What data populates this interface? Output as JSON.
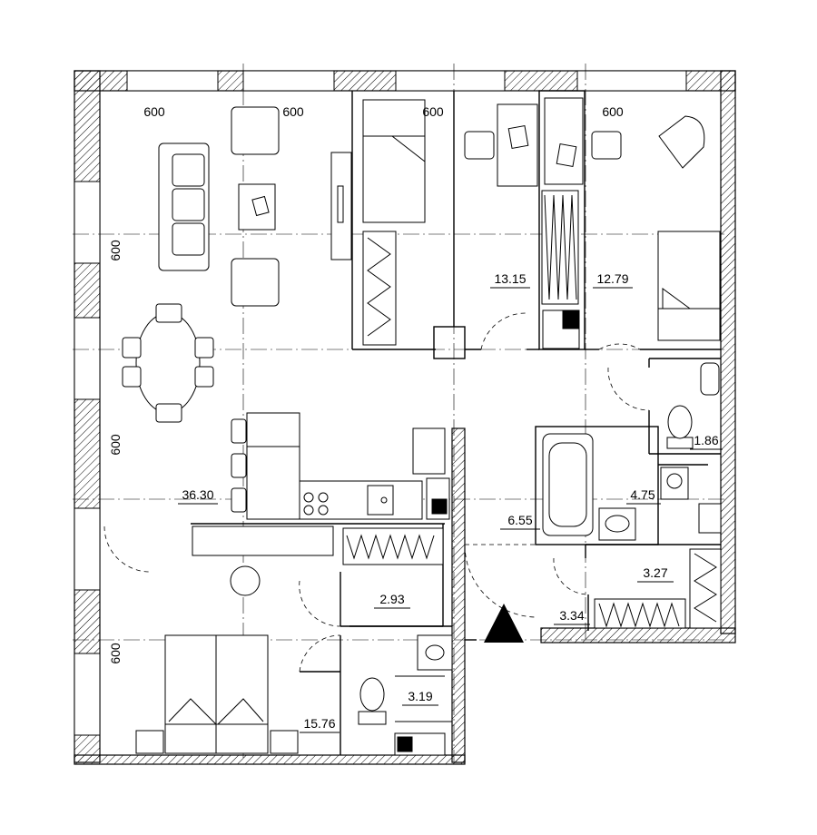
{
  "plan": {
    "dimensions": {
      "top": [
        "600",
        "600",
        "600",
        "600"
      ],
      "left": [
        "600",
        "600",
        "600"
      ]
    },
    "rooms": [
      {
        "id": "living",
        "area": "36.30"
      },
      {
        "id": "bedroom-1",
        "area": "13.15"
      },
      {
        "id": "bedroom-2",
        "area": "12.79"
      },
      {
        "id": "hall",
        "area": "6.55"
      },
      {
        "id": "bathroom",
        "area": "4.75"
      },
      {
        "id": "wc",
        "area": "1.86"
      },
      {
        "id": "closet-1",
        "area": "3.27"
      },
      {
        "id": "corridor",
        "area": "3.34"
      },
      {
        "id": "closet-2",
        "area": "2.93"
      },
      {
        "id": "shower",
        "area": "3.19"
      },
      {
        "id": "bedroom-3",
        "area": "15.76"
      }
    ]
  }
}
